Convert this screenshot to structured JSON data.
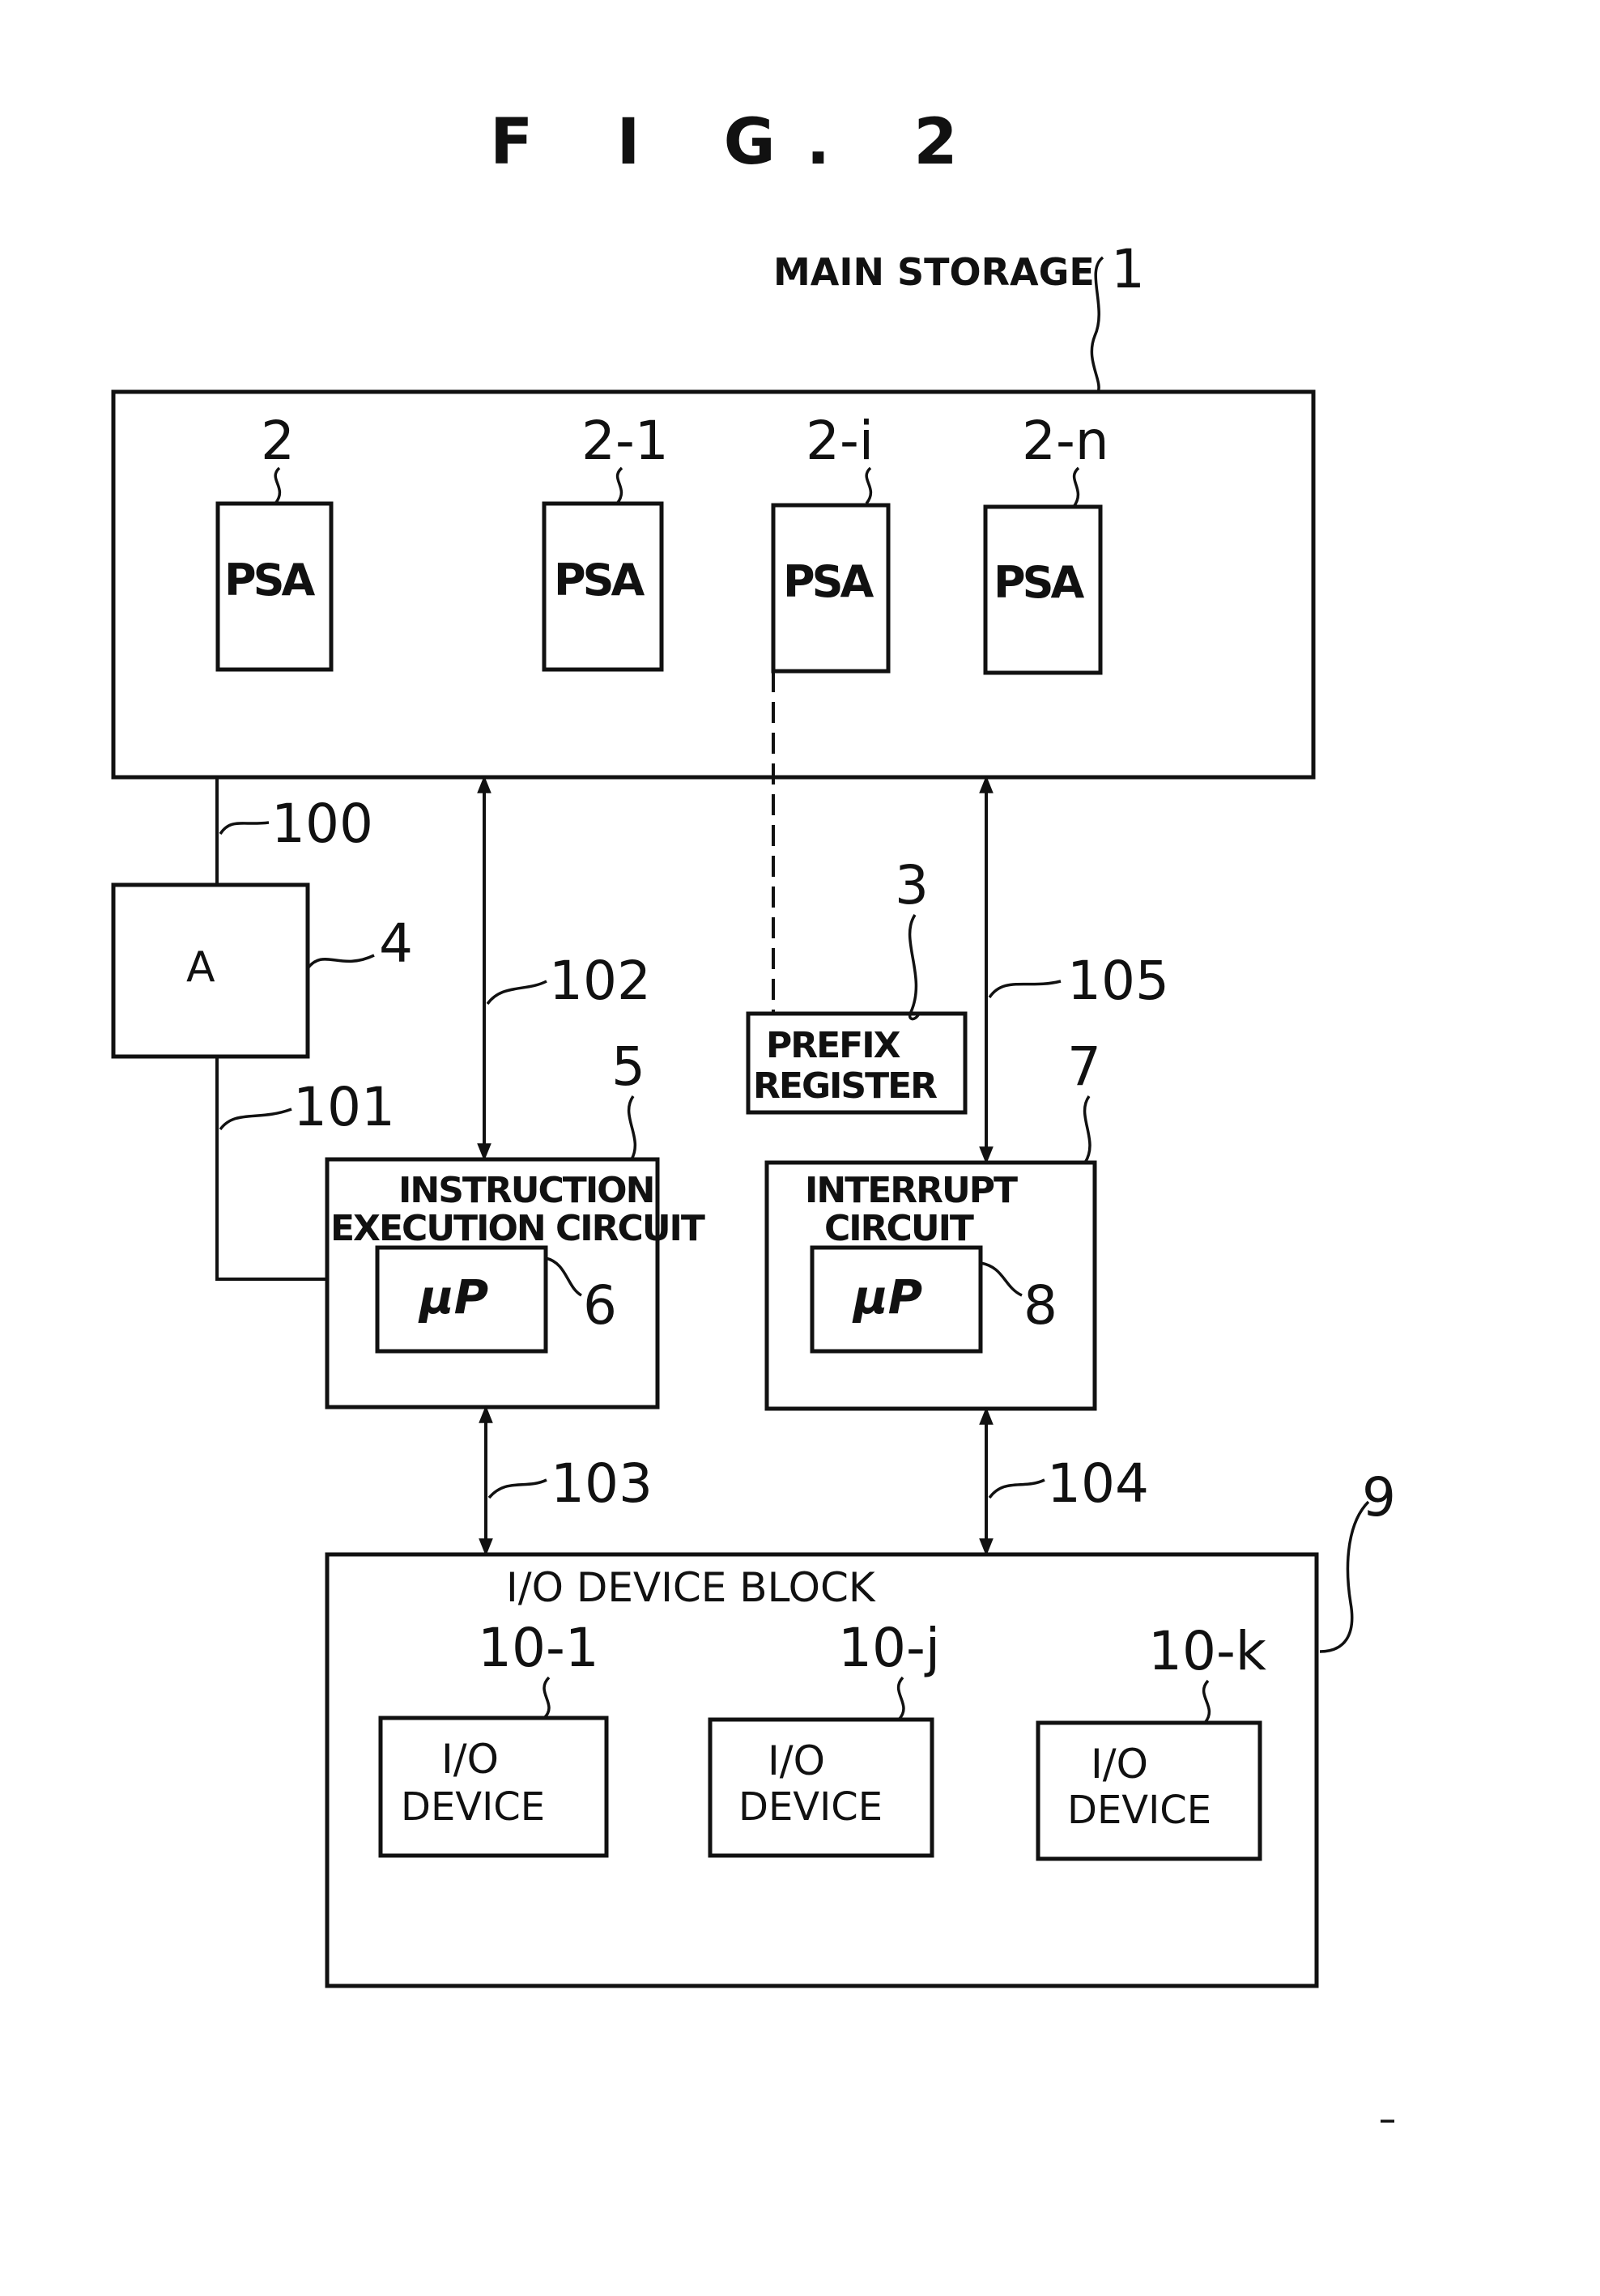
{
  "figure": {
    "title": "F I G. 2"
  },
  "main_storage": {
    "label": "MAIN STORAGE",
    "ref": "1",
    "psa_blocks": [
      {
        "ref": "2",
        "label": "PSA"
      },
      {
        "ref": "2-1",
        "label": "PSA"
      },
      {
        "ref": "2-i",
        "label": "PSA"
      },
      {
        "ref": "2-n",
        "label": "PSA"
      }
    ]
  },
  "block_a": {
    "label": "A",
    "ref": "4"
  },
  "prefix_register": {
    "line1": "PREFIX",
    "line2": "REGISTER",
    "ref": "3"
  },
  "instruction_execution": {
    "line1": "INSTRUCTION",
    "line2": "EXECUTION CIRCUIT",
    "ref": "5",
    "micro": {
      "label": "μP",
      "ref": "6"
    }
  },
  "interrupt": {
    "line1": "INTERRUPT",
    "line2": "CIRCUIT",
    "ref": "7",
    "micro": {
      "label": "μP",
      "ref": "8"
    }
  },
  "io_block": {
    "label": "I/O  DEVICE BLOCK",
    "ref": "9",
    "devices": [
      {
        "ref": "10-1",
        "line1": "I/O",
        "line2": "DEVICE"
      },
      {
        "ref": "10-j",
        "line1": "I/O",
        "line2": "DEVICE"
      },
      {
        "ref": "10-k",
        "line1": "I/O",
        "line2": "DEVICE"
      }
    ]
  },
  "lines": {
    "l100": "100",
    "l101": "101",
    "l102": "102",
    "l103": "103",
    "l104": "104",
    "l105": "105"
  }
}
